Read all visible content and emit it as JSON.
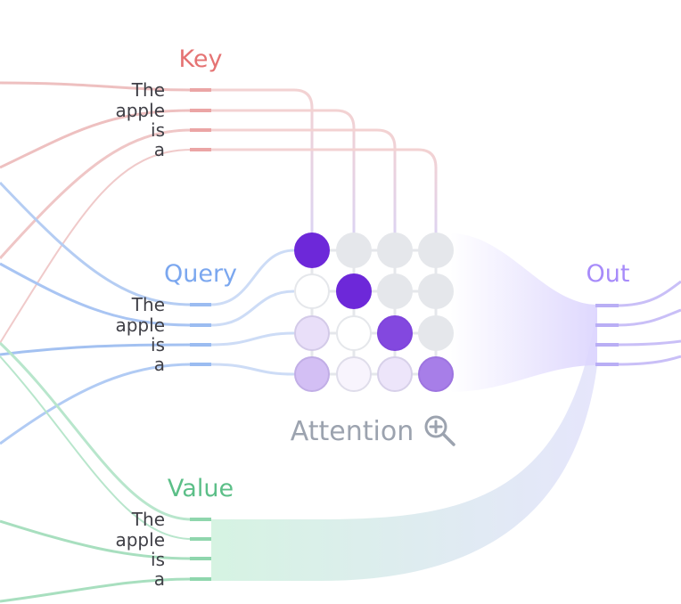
{
  "diagram": {
    "sections": {
      "key": {
        "label": "Key",
        "color": "#e57373"
      },
      "query": {
        "label": "Query",
        "color": "#7ba7ef"
      },
      "value": {
        "label": "Value",
        "color": "#5cbf88"
      },
      "out": {
        "label": "Out",
        "color": "#a78bfa"
      }
    },
    "tokens": [
      "The",
      "apple",
      "is",
      "a"
    ],
    "attention": {
      "label": "Attention",
      "zoom_icon": "zoom-in-icon",
      "weights": [
        [
          1.0,
          0.0,
          0.0,
          0.0
        ],
        [
          0.0,
          1.0,
          0.0,
          0.0
        ],
        [
          0.15,
          0.0,
          0.85,
          0.0
        ],
        [
          0.3,
          0.05,
          0.12,
          0.6
        ]
      ],
      "colors": {
        "strong": "#6d28d9",
        "empty": "#ffffff",
        "masked": "#e5e7eb",
        "grid": "#e5e7eb"
      }
    }
  }
}
